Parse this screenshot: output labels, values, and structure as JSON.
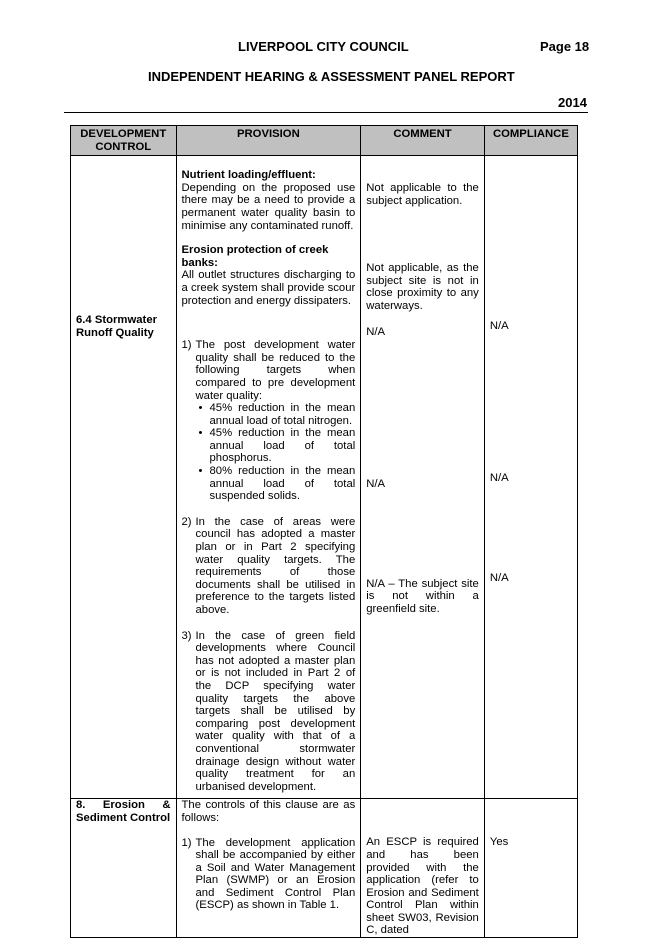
{
  "header": {
    "council": "LIVERPOOL CITY COUNCIL",
    "page": "Page 18",
    "report": "INDEPENDENT HEARING & ASSESSMENT PANEL REPORT",
    "year": "2014"
  },
  "columns": [
    "DEVELOPMENT CONTROL",
    "PROVISION",
    "COMMENT",
    "COMPLIANCE"
  ],
  "rows": {
    "nutrient": {
      "title": "Nutrient loading/effluent:",
      "text": "Depending on the proposed use there may be a need to provide a permanent water quality basin to minimise any contaminated runoff.",
      "comment": "Not applicable to the subject application."
    },
    "erosion_banks": {
      "title": "Erosion protection of creek banks:",
      "text": "All outlet structures discharging to a creek system shall provide scour protection and energy dissipaters.",
      "comment": "Not applicable, as the subject site is not in close proximity to any waterways."
    },
    "stormwater": {
      "control": "6.4 Stormwater Runoff Quality",
      "item1": {
        "num": "1)",
        "text": "The post development water quality shall be reduced to the following targets when compared to pre development water quality:",
        "bullets": [
          "45% reduction in the mean annual load of total nitrogen.",
          "45% reduction in the mean annual load of total phosphorus.",
          "80% reduction in the mean annual load of total suspended solids."
        ],
        "comment": "N/A",
        "compliance": "N/A"
      },
      "item2": {
        "num": "2)",
        "text": "In the case of areas were council has adopted a master plan or in Part 2 specifying water quality targets. The requirements of those documents shall be utilised in preference to the targets listed above.",
        "comment": "N/A",
        "compliance": "N/A"
      },
      "item3": {
        "num": "3)",
        "text": "In the case of green field developments where Council has not adopted a master plan or is not included in Part 2 of the DCP specifying water quality targets the above targets shall be utilised by comparing post development water quality with that of a conventional stormwater drainage design without water quality treatment for an urbanised development.",
        "comment": "N/A – The subject site is not within a greenfield site.",
        "compliance": "N/A"
      }
    },
    "erosion": {
      "control": "8. Erosion & Sediment Control",
      "intro": "The controls of this clause are as follows:",
      "item1": {
        "num": "1)",
        "text": "The development application shall be accompanied by either a Soil and Water Management Plan (SWMP) or an Erosion and Sediment Control Plan (ESCP) as shown in Table 1.",
        "comment": "An ESCP is required and has been provided with the application (refer to Erosion and Sediment Control Plan within sheet SW03, Revision C, dated",
        "compliance": "Yes"
      }
    }
  }
}
